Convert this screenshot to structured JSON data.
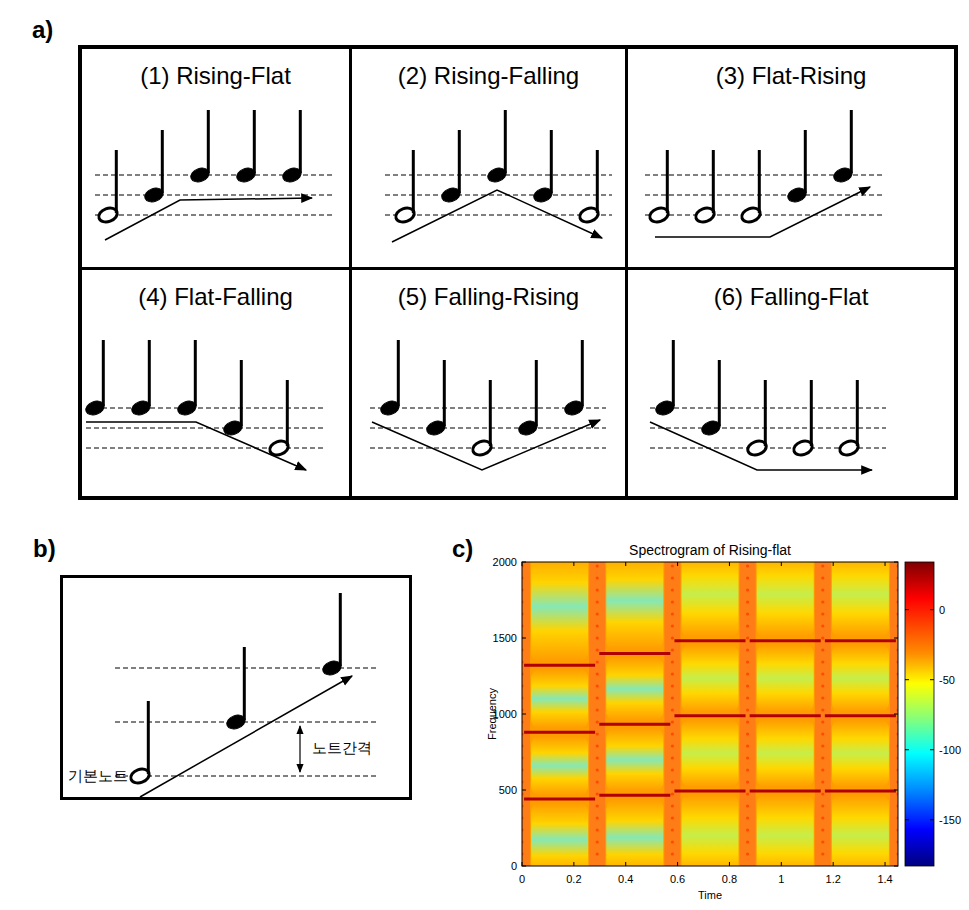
{
  "diagram": {
    "nodes": [
      {
        "text": [
          "a)"
        ]
      },
      {
        "text": [
          "(1) Rising-Flat"
        ],
        "in": 0
      },
      {
        "text": [
          "(2) Rising-Falling"
        ],
        "in": 0
      },
      {
        "text": [
          "(3) Flat-Rising"
        ],
        "in": 0
      },
      {
        "text": [
          "(4) Flat-Falling"
        ],
        "in": 0
      },
      {
        "text": [
          "(5) Falling-Rising"
        ],
        "in": 0
      },
      {
        "text": [
          "(6) Falling-Flat"
        ],
        "in": 0
      },
      {
        "text": [
          "b)",
          "기본노트",
          "노트간격"
        ]
      }
    ],
    "labels": [
      "c)",
      "Spectrogram of Rising-flat",
      "2000",
      "1500",
      "1000",
      "500",
      "0",
      "0",
      "0.2",
      "0.4",
      "0.6",
      "0.8",
      "1",
      "1.2",
      "1.4",
      "Time",
      "Frequency",
      "0",
      "-50",
      "-100",
      "-150"
    ]
  }
}
